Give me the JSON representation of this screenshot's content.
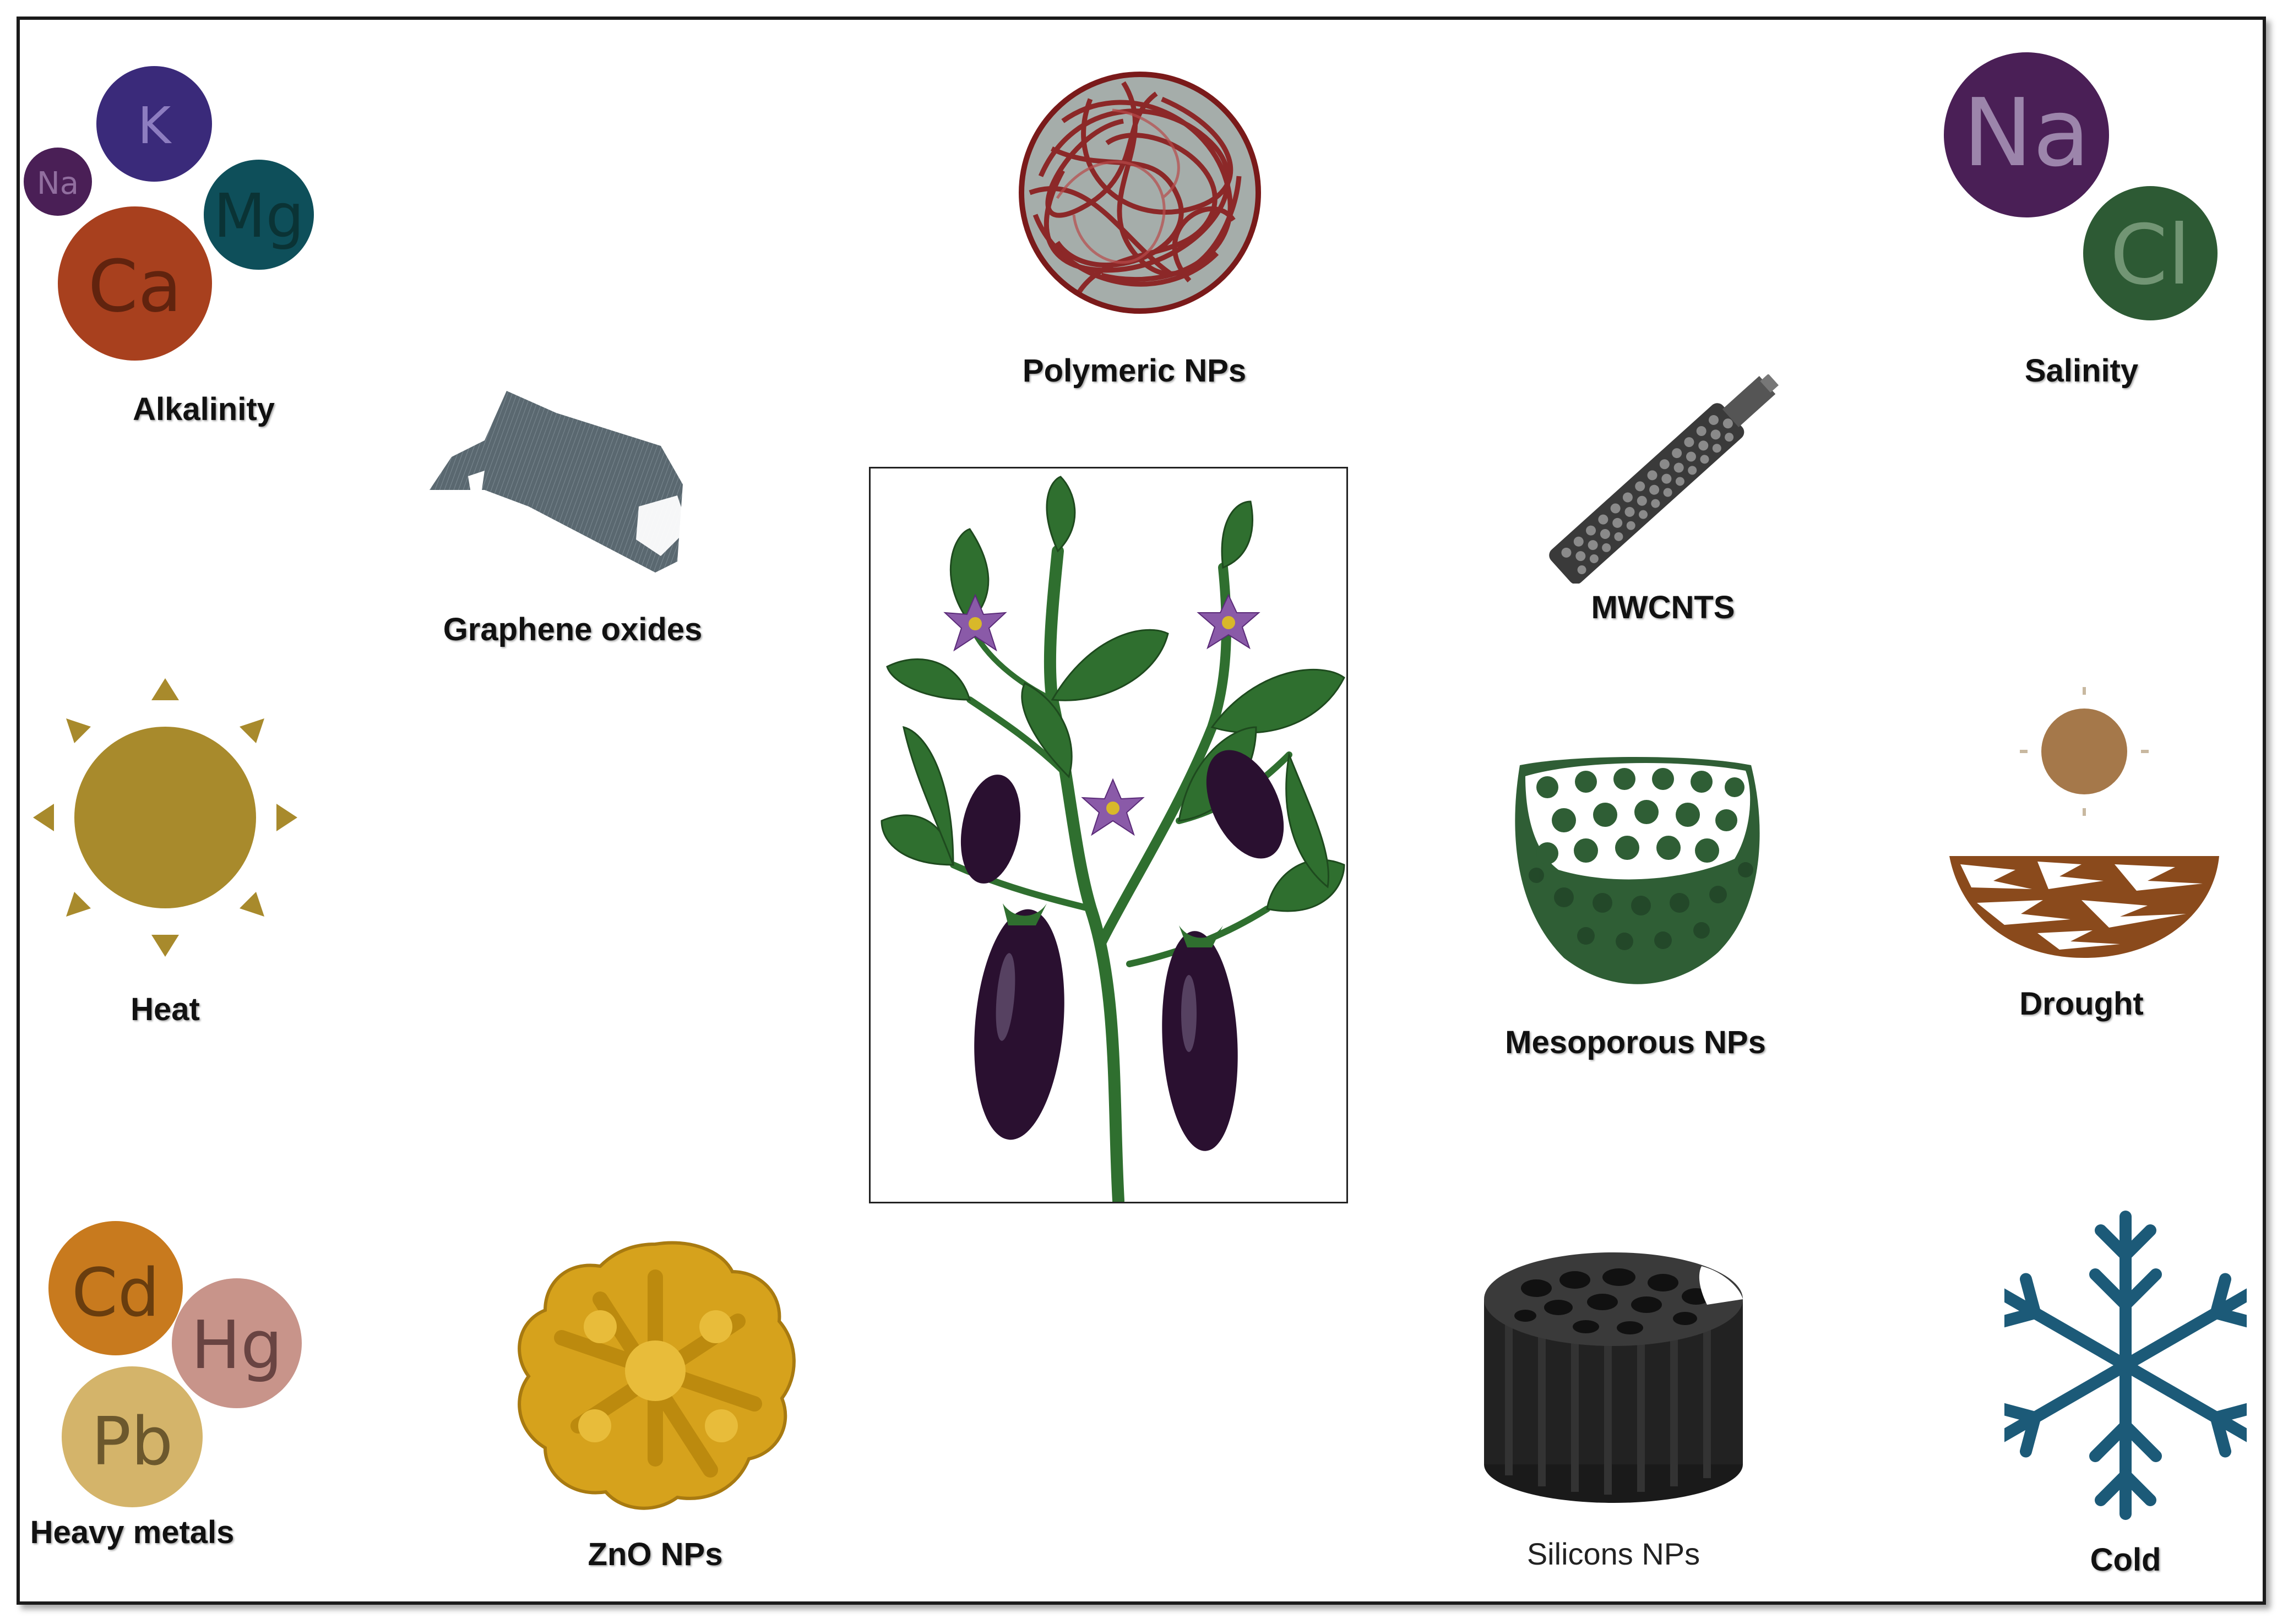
{
  "stresses": {
    "alkalinity": {
      "label": "Alkalinity",
      "ions": [
        "K",
        "Na",
        "Mg",
        "Ca"
      ]
    },
    "salinity": {
      "label": "Salinity",
      "ions": [
        "Na",
        "Cl"
      ]
    },
    "heat": {
      "label": "Heat"
    },
    "drought": {
      "label": "Drought"
    },
    "heavy_metals": {
      "label": "Heavy metals",
      "ions": [
        "Cd",
        "Hg",
        "Pb"
      ]
    },
    "cold": {
      "label": "Cold"
    }
  },
  "nanoparticles": {
    "polymeric": {
      "label": "Polymeric NPs"
    },
    "graphene": {
      "label": "Graphene oxides"
    },
    "mwcnts": {
      "label": "MWCNTS"
    },
    "mesoporous": {
      "label": "Mesoporous NPs"
    },
    "zno": {
      "label": "ZnO NPs"
    },
    "silicon": {
      "label": "Silicons NPs"
    }
  },
  "colors": {
    "na_purple": "#4a1f56",
    "k_purple": "#3a2a7a",
    "mg_teal": "#0e4f5a",
    "ca_rust": "#a8401e",
    "cl_green": "#2d5a34",
    "sun_gold": "#a88a2c",
    "soil_brown": "#8a4a1c",
    "snow_blue": "#1c5a78",
    "zno_gold": "#d6a21c",
    "silicon_black": "#222222",
    "mesoporous_green": "#2f5e35",
    "polymer_red": "#8a1a1a",
    "graphene_gray": "#5a6870",
    "eggplant": "#2a1030",
    "leaf_green": "#2f6f2f"
  }
}
